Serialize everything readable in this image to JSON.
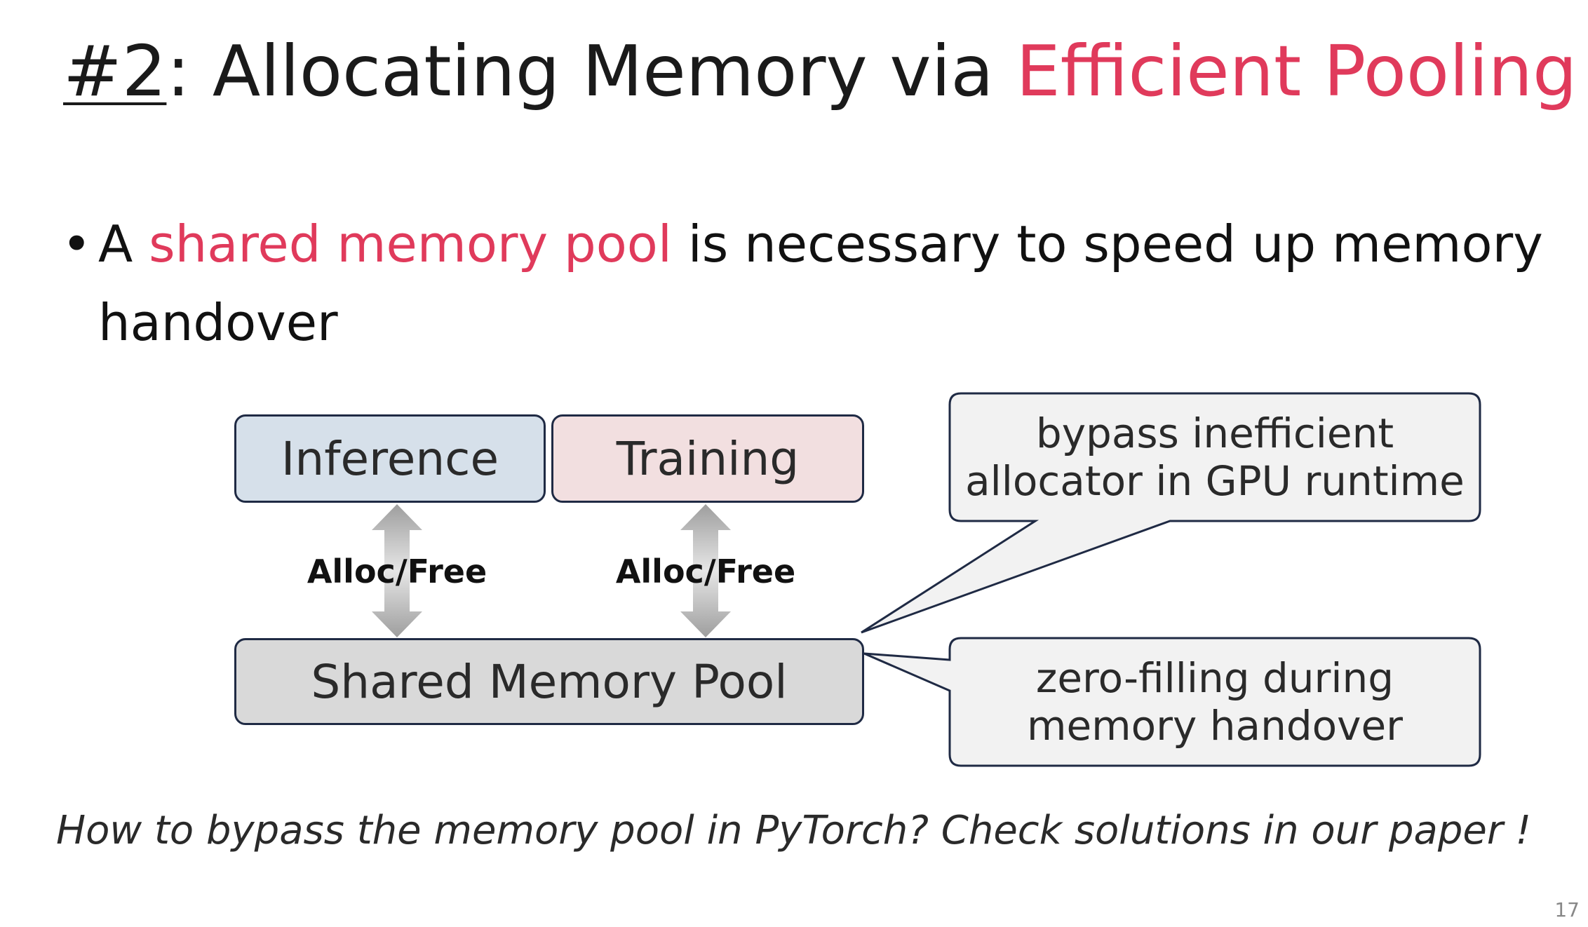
{
  "title": {
    "number": "#2",
    "separator": ": Allocating Memory via ",
    "highlight": "Efficient Pooling"
  },
  "bullet": {
    "marker": "•",
    "prefix": "A ",
    "highlight": "shared memory pool",
    "suffix": " is necessary to speed up memory handover"
  },
  "diagram": {
    "inference_label": "Inference",
    "training_label": "Training",
    "pool_label": "Shared Memory Pool",
    "alloc_label_left": "Alloc/Free",
    "alloc_label_right": "Alloc/Free",
    "callout_top": [
      "bypass inefficient",
      "allocator  in GPU runtime"
    ],
    "callout_bottom": [
      "zero-filling during",
      "memory handover"
    ]
  },
  "footer": "How to bypass the memory pool in PyTorch? Check solutions in our paper !",
  "page_number": "17",
  "colors": {
    "accent": "#e03a5b",
    "inference_fill": "#d6e0ea",
    "training_fill": "#f2dfe0",
    "pool_fill": "#d9d9d9",
    "callout_fill": "#f2f2f2",
    "border": "#1f2a44"
  }
}
